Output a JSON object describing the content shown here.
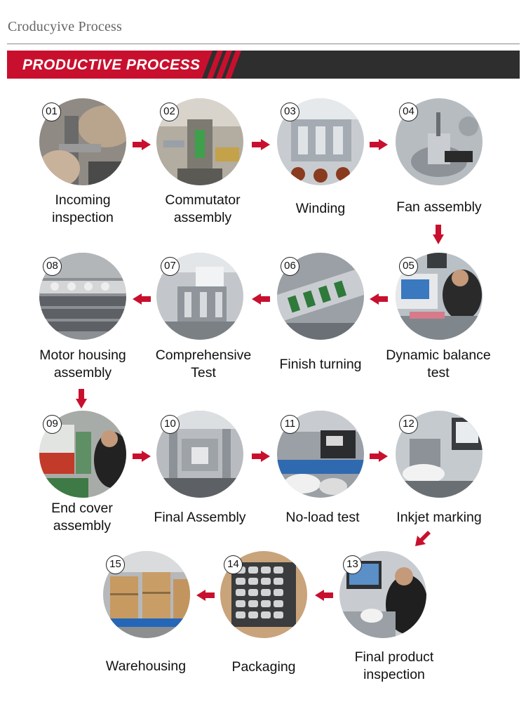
{
  "header": {
    "title": "Croducyive Process"
  },
  "banner": {
    "text": "PRODUCTIVE PROCESS",
    "red": "#c8102e",
    "dark": "#2e2e2e"
  },
  "steps": [
    {
      "num": "01",
      "line1": "Incoming",
      "line2": "inspection"
    },
    {
      "num": "02",
      "line1": "Commutator",
      "line2": "assembly"
    },
    {
      "num": "03",
      "line1": "Winding",
      "line2": ""
    },
    {
      "num": "04",
      "line1": "Fan assembly",
      "line2": ""
    },
    {
      "num": "05",
      "line1": "Dynamic balance",
      "line2": "test"
    },
    {
      "num": "06",
      "line1": "Finish turning",
      "line2": ""
    },
    {
      "num": "07",
      "line1": "Comprehensive",
      "line2": "Test"
    },
    {
      "num": "08",
      "line1": "Motor housing",
      "line2": "assembly"
    },
    {
      "num": "09",
      "line1": "End cover",
      "line2": "assembly"
    },
    {
      "num": "10",
      "line1": "Final Assembly",
      "line2": ""
    },
    {
      "num": "11",
      "line1": "No-load test",
      "line2": ""
    },
    {
      "num": "12",
      "line1": "Inkjet marking",
      "line2": ""
    },
    {
      "num": "13",
      "line1": "Final product",
      "line2": "inspection"
    },
    {
      "num": "14",
      "line1": "Packaging",
      "line2": ""
    },
    {
      "num": "15",
      "line1": "Warehousing",
      "line2": ""
    }
  ]
}
